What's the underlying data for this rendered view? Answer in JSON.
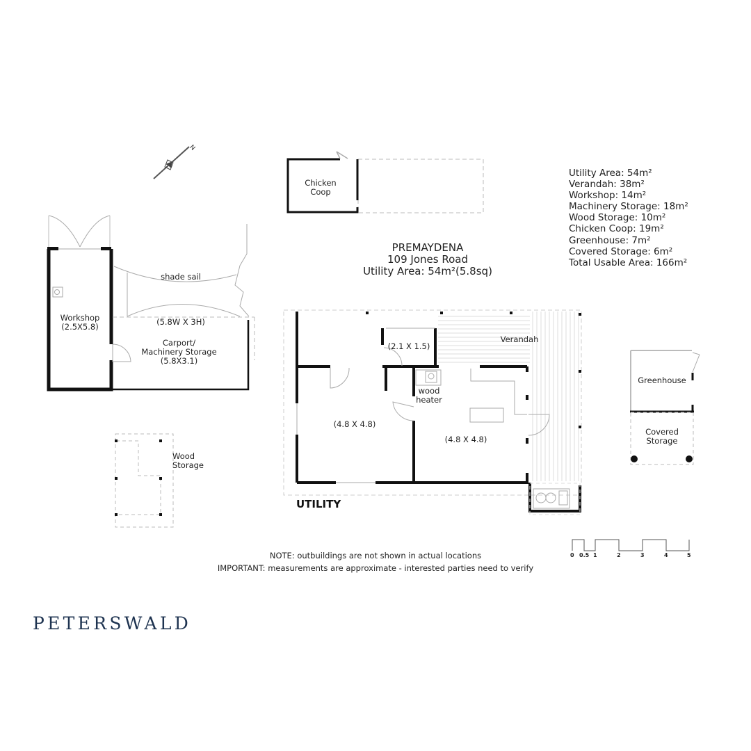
{
  "brand": {
    "name": "PETERSWALD",
    "color": "#1e3350"
  },
  "title": {
    "locality": "PREMAYDENA",
    "address": "109 Jones Road",
    "utility_area": "Utility Area: 54m²(5.8sq)"
  },
  "area_schedule": [
    "Utility Area: 54m²",
    "Verandah: 38m²",
    "Workshop: 14m²",
    "Machinery Storage: 18m²",
    "Wood Storage: 10m²",
    "Chicken Coop: 19m²",
    "Greenhouse: 7m²",
    "Covered Storage: 6m²",
    "Total Usable Area: 166m²"
  ],
  "compass": {
    "label": "N",
    "icon": "north-arrow-icon"
  },
  "rooms": {
    "chicken_coop": {
      "name": "Chicken",
      "name2": "Coop"
    },
    "shade_sail": {
      "name": "shade sail",
      "dims": "(5.8W X 3H)"
    },
    "workshop": {
      "name": "Workshop",
      "dims": "(2.5X5.8)"
    },
    "carport": {
      "name": "Carport/",
      "name2": "Machinery Storage",
      "dims": "(5.8X3.1)"
    },
    "wood_storage": {
      "name": "Wood",
      "name2": "Storage"
    },
    "small_room": {
      "dims": "(2.1 X 1.5)"
    },
    "verandah": {
      "name": "Verandah"
    },
    "wood_heater": {
      "name": "wood",
      "name2": "heater"
    },
    "room_left": {
      "dims": "(4.8 X 4.8)"
    },
    "room_right": {
      "dims": "(4.8 X 4.8)"
    },
    "greenhouse": {
      "name": "Greenhouse"
    },
    "covered_storage": {
      "name": "Covered",
      "name2": "Storage"
    }
  },
  "utility_label": "UTILITY",
  "notes": {
    "note": "NOTE: outbuildings are not shown in actual locations",
    "important": "IMPORTANT: measurements are approximate - interested parties need to verify"
  },
  "scale_bar": {
    "ticks": [
      "0",
      "0.5",
      "1",
      "2",
      "3",
      "4",
      "5"
    ]
  }
}
